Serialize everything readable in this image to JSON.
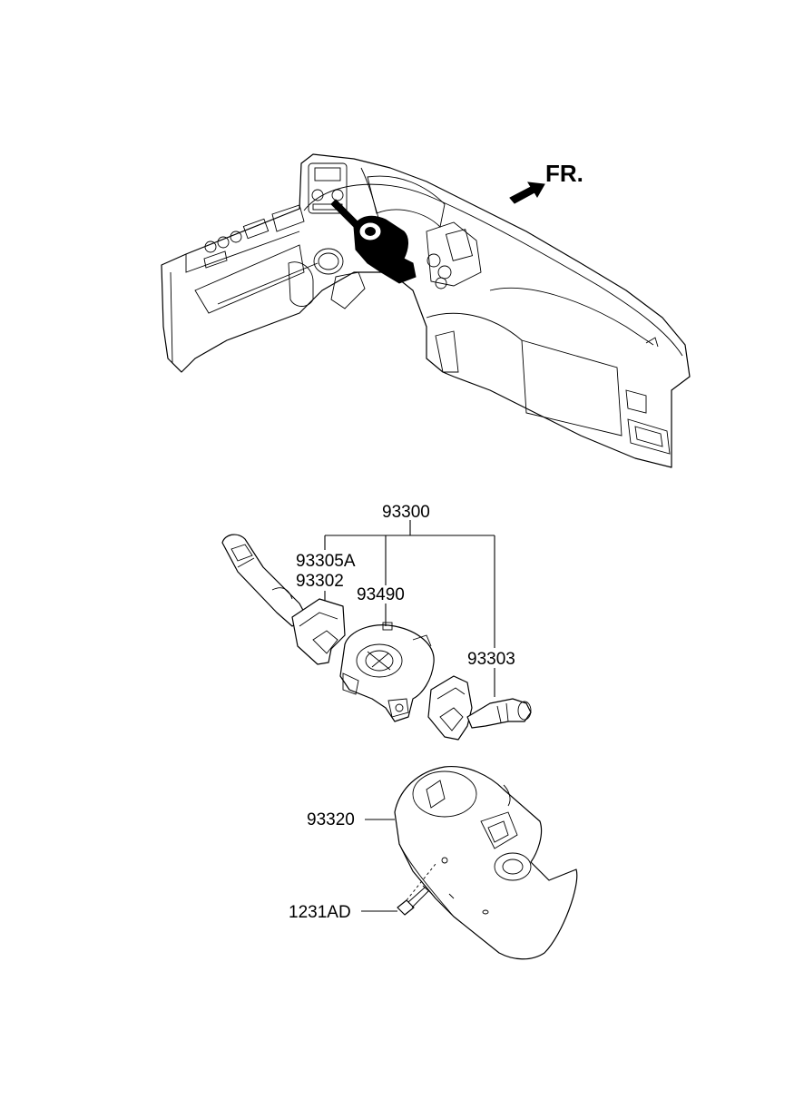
{
  "direction": {
    "label": "FR.",
    "icon": "arrow-forward-icon"
  },
  "parts": {
    "assembly": "93300",
    "sub_a": "93305A",
    "sub_b": "93302",
    "clock_spring": "93490",
    "right_switch": "93303",
    "shroud": "93320",
    "screw": "1231AD"
  }
}
